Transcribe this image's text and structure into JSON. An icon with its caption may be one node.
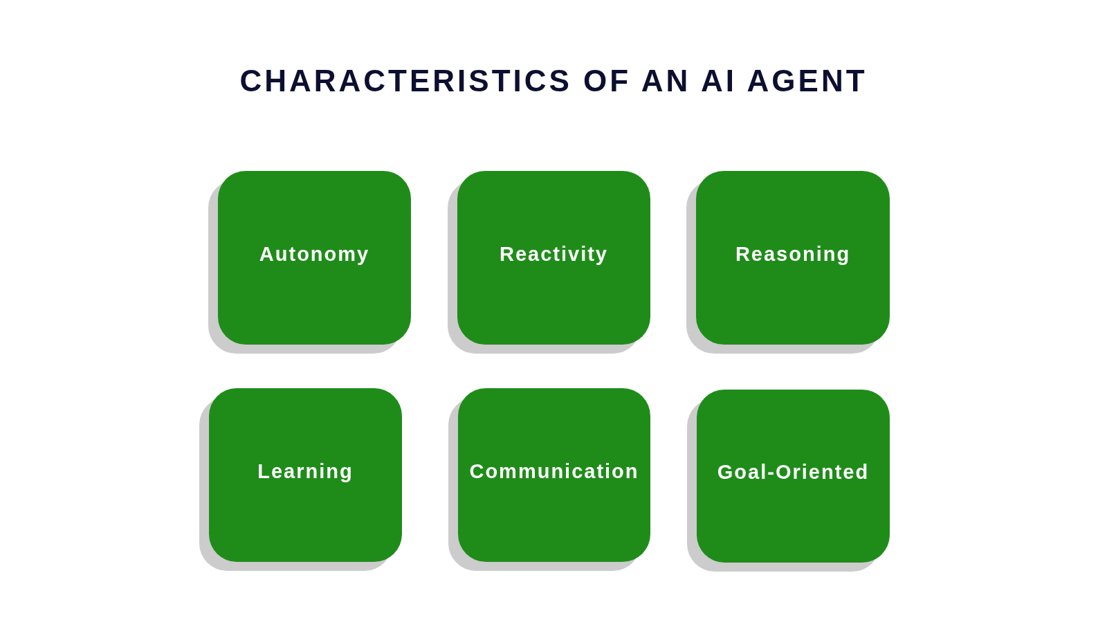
{
  "diagram": {
    "title": "CHARACTERISTICS OF AN AI AGENT",
    "nodes": [
      {
        "text": [
          "Autonomy"
        ]
      },
      {
        "text": [
          "Reactivity"
        ]
      },
      {
        "text": [
          "Reasoning"
        ]
      },
      {
        "text": [
          "Learning"
        ]
      },
      {
        "text": [
          "Communication"
        ]
      },
      {
        "text": [
          "Goal-Oriented"
        ]
      }
    ]
  }
}
